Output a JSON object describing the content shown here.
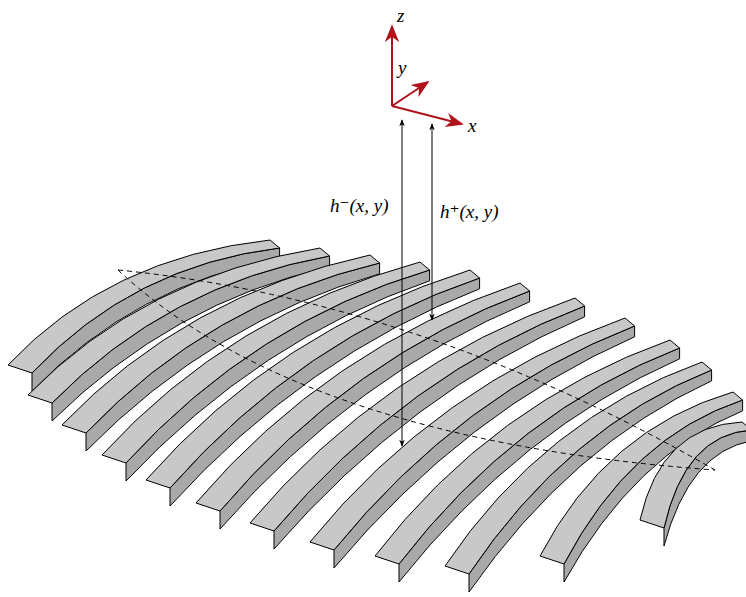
{
  "diagram": {
    "labels": [
      "z",
      "y",
      "x",
      "h⁻(x, y)",
      "h⁺(x, y)"
    ]
  }
}
